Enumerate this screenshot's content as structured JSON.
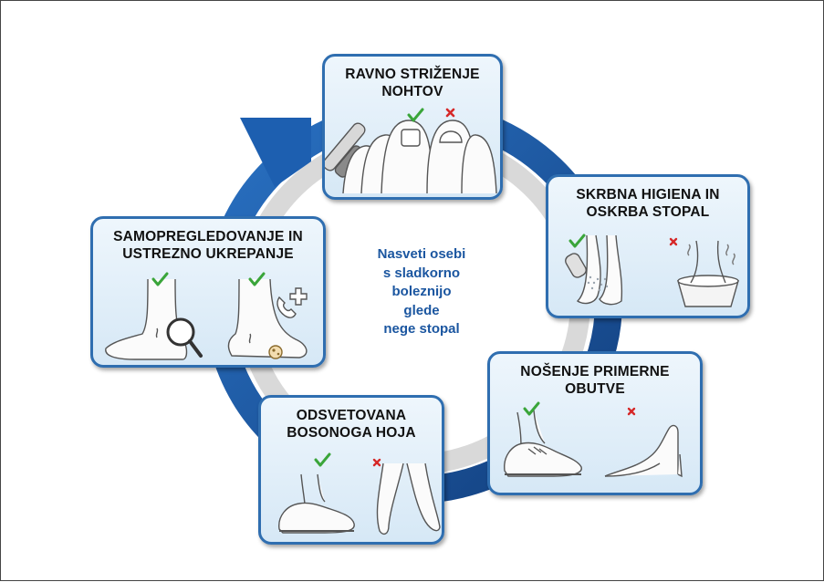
{
  "center": {
    "lines": [
      "Nasveti osebi",
      "s sladkorno",
      "boleznijo",
      "glede",
      "nege stopal"
    ]
  },
  "cards": {
    "nails": {
      "title": [
        "RAVNO STRIŽENJE",
        "NOHTOV"
      ]
    },
    "hygiene": {
      "title": [
        "SKRBNA HIGIENA IN",
        "OSKRBA STOPAL"
      ]
    },
    "footwear": {
      "title": [
        "NOŠENJE PRIMERNE",
        "OBUTVE"
      ]
    },
    "barefoot": {
      "title": [
        "ODSVETOVANA",
        "BOSONOGA HOJA"
      ]
    },
    "selfcheck": {
      "title": [
        "SAMOPREGLEDOVANJE IN",
        "USTREZNO UKREPANJE"
      ]
    }
  },
  "colors": {
    "ring_blue": "#1d5fb0",
    "ring_grey": "#d9d9d9",
    "card_border": "#2f6eb0",
    "check_green": "#3aa53a",
    "cross_red": "#d62828",
    "center_text": "#1b56a0"
  },
  "icons": {
    "correct": "check-icon",
    "wrong": "cross-icon"
  }
}
